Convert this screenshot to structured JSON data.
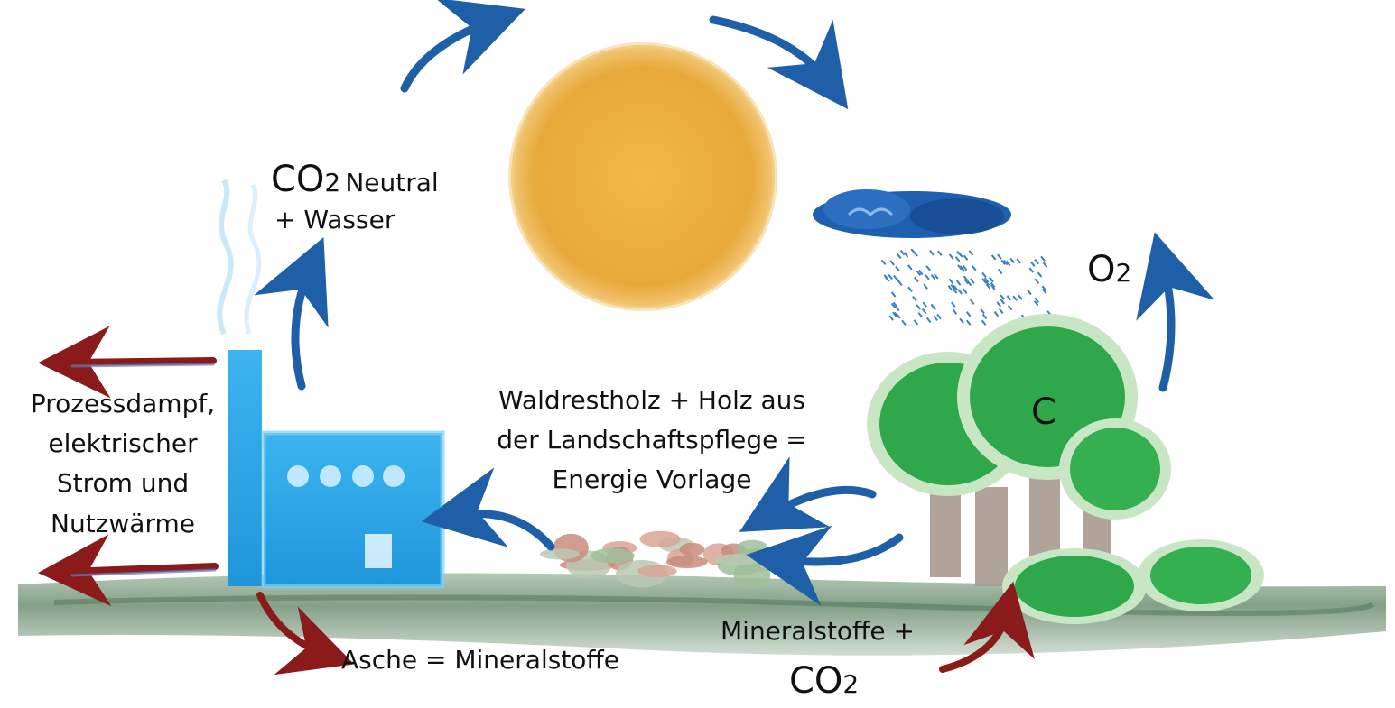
{
  "labels": {
    "co2_main": "CO",
    "co2_sub": "2",
    "co2_neutral": "Neutral",
    "plus_water": "+ Wasser",
    "o2_main": "O",
    "o2_sub": "2",
    "carbon": "C",
    "process_line1": "Prozessdampf,",
    "process_line2": "elektrischer",
    "process_line3": "Strom und",
    "process_line4": "Nutzwärme",
    "wood_line1": "Waldrestholz + Holz aus",
    "wood_line2": "der Landschaftspflege =",
    "wood_line3": "Energie Vorlage",
    "ash": "Asche = Mineralstoffe",
    "minerals_line1": "Mineralstoffe +",
    "minerals_co2_main": "CO",
    "minerals_co2_sub": "2"
  },
  "colors": {
    "sun": "#E8A93A",
    "cloud": "#1E5FAF",
    "rain": "#3A7FC1",
    "blue_arrow": "#1F5FA8",
    "red_arrow": "#8B1A1A",
    "factory": "#2FA6E6",
    "tree": "#2EA84A",
    "ground": "#6E8F73"
  }
}
